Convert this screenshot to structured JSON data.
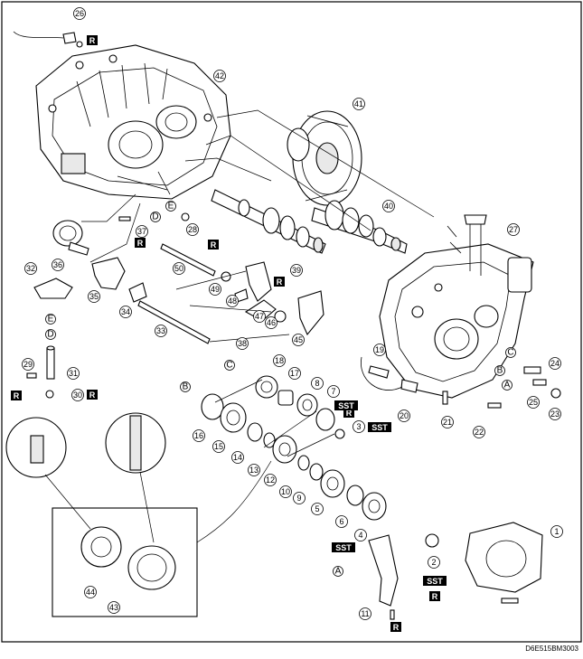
{
  "diagram": {
    "code": "D6E515BM3003",
    "part_numbers": [
      "1",
      "2",
      "3",
      "4",
      "5",
      "6",
      "7",
      "8",
      "9",
      "10",
      "11",
      "12",
      "13",
      "14",
      "15",
      "16",
      "17",
      "18",
      "19",
      "20",
      "21",
      "22",
      "23",
      "24",
      "25",
      "26",
      "27",
      "28",
      "29",
      "30",
      "31",
      "32",
      "33",
      "34",
      "35",
      "36",
      "37",
      "38",
      "39",
      "40",
      "41",
      "42",
      "43",
      "44",
      "45",
      "46",
      "47",
      "48",
      "49",
      "50"
    ],
    "letters": {
      "a": "A",
      "b": "B",
      "c": "C",
      "d": "D",
      "e": "E"
    },
    "tags": {
      "replace": "R",
      "sst": "SST"
    }
  }
}
